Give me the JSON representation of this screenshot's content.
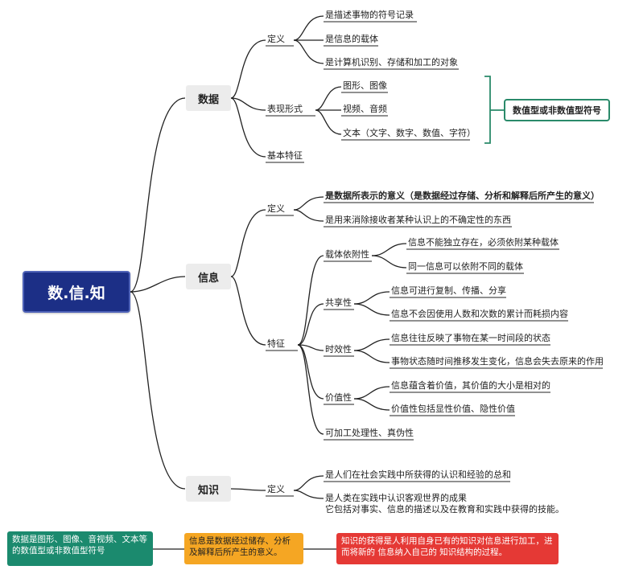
{
  "root": {
    "title": "数.信.知"
  },
  "data_branch": {
    "title": "数据",
    "definition": {
      "label": "定义",
      "items": [
        "是描述事物的符号记录",
        "是信息的载体",
        "是计算机识别、存储和加工的对象"
      ]
    },
    "forms": {
      "label": "表现形式",
      "items": [
        "图形、图像",
        "视频、音频",
        "文本（文字、数字、数值、字符）"
      ],
      "bracket_tag": "数值型或非数值型符号"
    },
    "features": {
      "label": "基本特征"
    }
  },
  "info_branch": {
    "title": "信息",
    "definition": {
      "label": "定义",
      "items": [
        "是数据所表示的意义（是数据经过存储、分析和解释后所产生的意义）",
        "是用来消除接收者某种认识上的不确定性的东西"
      ]
    },
    "features": {
      "label": "特征",
      "carrier": {
        "label": "载体依附性",
        "items": [
          "信息不能独立存在，必须依附某种载体",
          "同一信息可以依附不同的载体"
        ]
      },
      "sharing": {
        "label": "共享性",
        "items": [
          "信息可进行复制、传播、分享",
          "信息不会因使用人数和次数的累计而耗损内容"
        ]
      },
      "timeliness": {
        "label": "时效性",
        "items": [
          "信息往往反映了事物在某一时间段的状态",
          "事物状态随时间推移发生变化，信息会失去原来的作用"
        ]
      },
      "value": {
        "label": "价值性",
        "items": [
          "信息蕴含着价值，其价值的大小是相对的",
          "价值性包括显性价值、隐性价值"
        ]
      },
      "processing": {
        "label": "可加工处理性、真伪性"
      }
    }
  },
  "knowledge_branch": {
    "title": "知识",
    "definition": {
      "label": "定义",
      "items": [
        "是人们在社会实践中所获得的认识和经验的总和",
        "是人类在实践中认识客观世界的成果",
        "它包括对事实、信息的描述以及在教育和实践中获得的技能。"
      ]
    }
  },
  "notes": {
    "data": "数据是图形、图像、音视频、文本等的数值型或非数值型符号",
    "info": "信息是数据经过储存、分析及解释后所产生的意义。",
    "knowledge": "知识的获得是人利用自身已有的知识对信息进行加工，进而将新的 信息纳入自己的 知识结构的过程。"
  },
  "colors": {
    "root_bg": "#1c2f86",
    "tag_border": "#2a8a6a",
    "note_green": "#1b8a6e",
    "note_orange": "#f5a623",
    "note_red": "#e53935"
  }
}
